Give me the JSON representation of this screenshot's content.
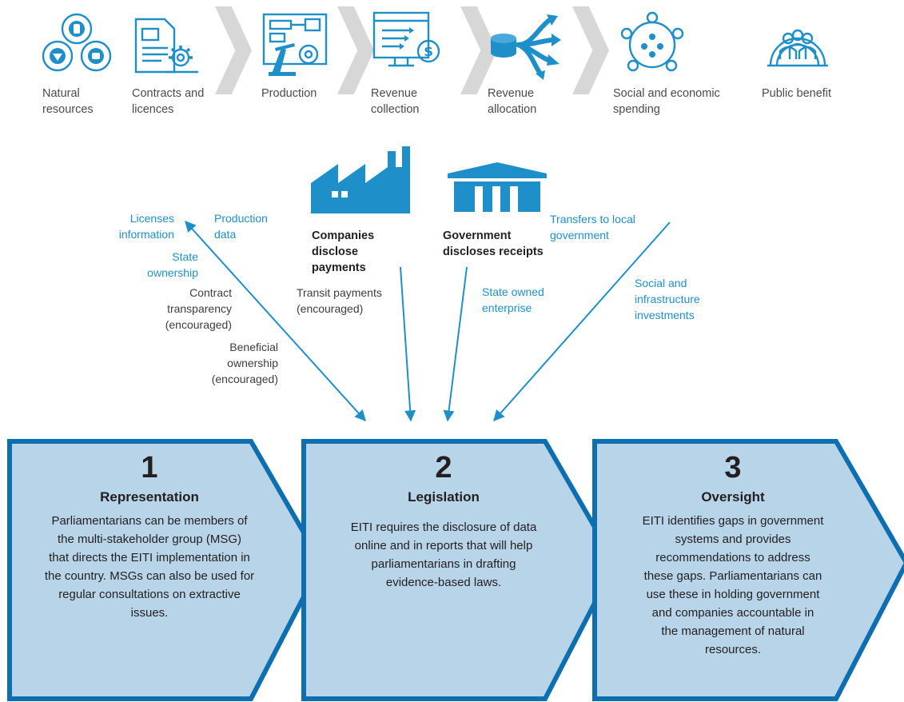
{
  "value_chain": [
    {
      "label": "Natural\nresources",
      "icon": "natural-resources-icon"
    },
    {
      "label": "Contracts and\nlicences",
      "icon": "contracts-icon"
    },
    {
      "label": "Production",
      "icon": "production-icon"
    },
    {
      "label": "Revenue\ncollection",
      "icon": "revenue-collection-icon"
    },
    {
      "label": "Revenue\nallocation",
      "icon": "revenue-allocation-icon"
    },
    {
      "label": "Social and economic\nspending",
      "icon": "social-spending-icon"
    },
    {
      "label": "Public benefit",
      "icon": "public-benefit-icon"
    }
  ],
  "center": {
    "companies": "Companies\ndisclose\npayments",
    "government": "Government\ndiscloses receipts"
  },
  "annotations": {
    "licenses_information": "Licenses\ninformation",
    "production_data": "Production\ndata",
    "state_ownership": "State\nownership",
    "contract_transparency": "Contract\ntransparency\n(encouraged)",
    "beneficial_ownership": "Beneficial\nownership\n(encouraged)",
    "transit_payments": "Transit payments\n(encouraged)",
    "state_owned_enterprise": "State owned\nenterprise",
    "transfers_local_government": "Transfers to local\ngovernment",
    "social_infrastructure": "Social and\ninfrastructure\ninvestments"
  },
  "boxes": [
    {
      "number": "1",
      "title": "Representation",
      "body": "Parliamentarians can be members of\nthe multi-stakeholder group (MSG)\nthat directs the EITI implementation in\nthe country. MSGs can also be used for\nregular consultations on extractive\nissues."
    },
    {
      "number": "2",
      "title": "Legislation",
      "body": "EITI requires the disclosure of data\nonline and in reports that will help\nparliamentarians in drafting\nevidence-based laws."
    },
    {
      "number": "3",
      "title": "Oversight",
      "body": "EITI identifies gaps in government\nsystems and provides\nrecommendations to address\nthese gaps. Parliamentarians can\nuse these in holding government\nand companies accountable in\nthe management of natural\nresources."
    }
  ],
  "colors": {
    "accent_blue": "#1e8fc9",
    "box_fill": "#b8d4e8",
    "box_border": "#0d6fb0",
    "chevron_gray": "#d7d7d7",
    "text_dark": "#231f20"
  }
}
